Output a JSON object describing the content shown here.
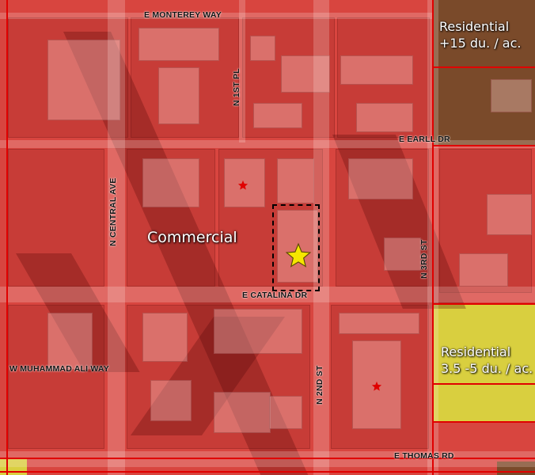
{
  "map": {
    "zones": {
      "commercial": "Commercial",
      "residential_high": {
        "line1": "Residential",
        "line2": "+15 du. / ac."
      },
      "residential_low": {
        "line1": "Residential",
        "line2": "3.5 -5 du. / ac."
      }
    },
    "streets": {
      "monterey": "E MONTEREY WAY",
      "first_pl": "N 1ST PL",
      "earll": "E EARLL DR",
      "central": "N CENTRAL AVE",
      "third": "N 3RD ST",
      "catalina": "E CATALINA DR",
      "muhammad_ali": "W MUHAMMAD ALI WAY",
      "second": "N 2ND ST",
      "thomas": "E THOMAS RD"
    },
    "colors": {
      "commercial": "#d8453f",
      "residential_high": "#7a4a2a",
      "residential_low": "#dcd23c",
      "zone_border": "#e00000",
      "site_marker": "#f5e600",
      "minor_marker": "#e00000"
    },
    "markers": {
      "site": "star-icon",
      "minor": "star-icon"
    }
  }
}
